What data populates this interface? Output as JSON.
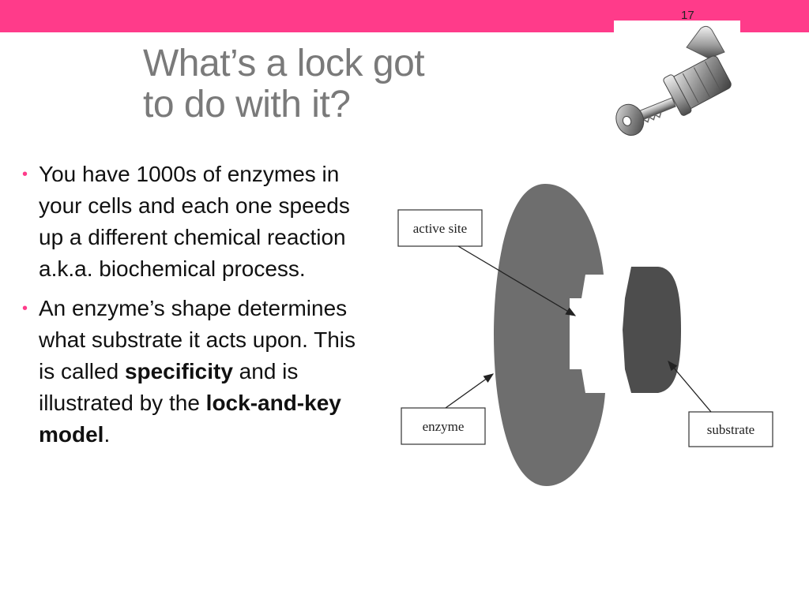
{
  "slide": {
    "number": "17"
  },
  "title": {
    "line1": "What’s a lock got",
    "line2": "to do with it?"
  },
  "bullets": [
    {
      "text": "You have 1000s of enzymes in your cells and each one speeds up a different chemical reaction a.k.a. biochemical process."
    },
    {
      "text_before": "An enzyme’s shape determines what substrate it acts upon. This is called ",
      "bold1": "specificity",
      "text_middle": " and is illustrated by the ",
      "bold2": "lock-and-key model",
      "text_after": "."
    }
  ],
  "diagram": {
    "labels": {
      "active_site": "active site",
      "enzyme": "enzyme",
      "substrate": "substrate"
    },
    "colors": {
      "enzyme": "#6e6e6e",
      "substrate": "#4d4d4d"
    }
  },
  "colors": {
    "accent": "#ff3b8a",
    "title": "#7a7a7a"
  }
}
